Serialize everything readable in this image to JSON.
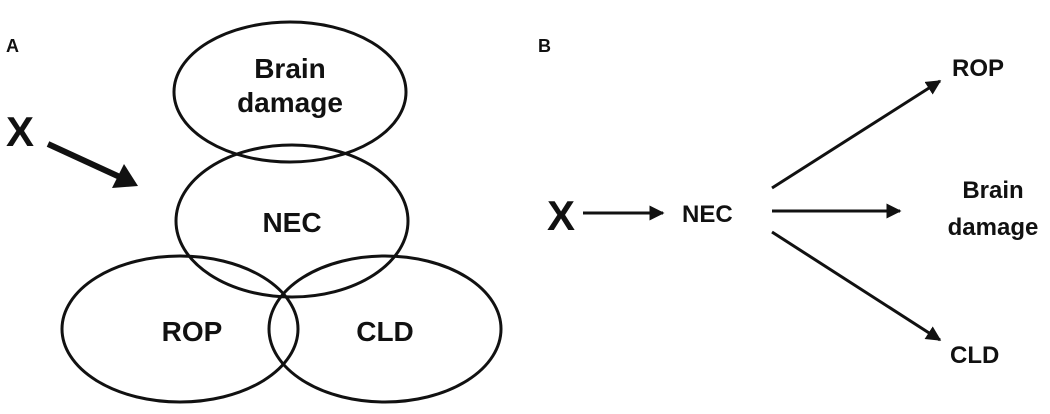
{
  "panel_a": {
    "label": "A",
    "x_label": "X",
    "nodes": {
      "brain_damage": [
        "Brain",
        "damage"
      ],
      "nec": "NEC",
      "rop": "ROP",
      "cld": "CLD"
    }
  },
  "panel_b": {
    "label": "B",
    "x_label": "X",
    "nec": "NEC",
    "rop": "ROP",
    "brain_damage": [
      "Brain",
      "damage"
    ],
    "cld": "CLD"
  }
}
